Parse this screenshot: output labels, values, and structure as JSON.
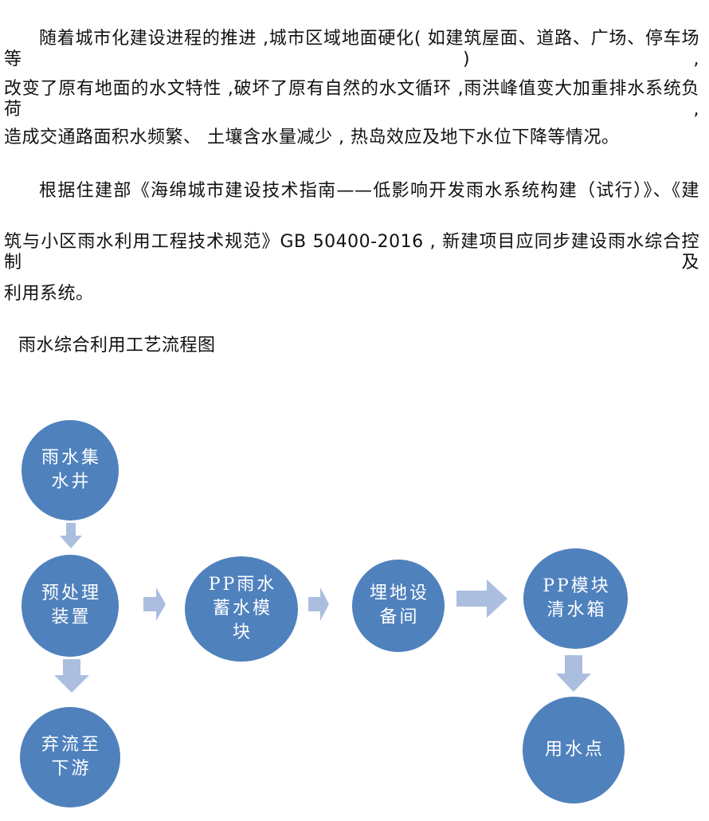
{
  "colors": {
    "page_bg": "#ffffff",
    "text": "#111111",
    "node_fill": "#4f81bd",
    "node_text": "#ffffff",
    "arrow_fill": "#abbedf"
  },
  "document": {
    "lines": [
      "随着城市化建设进程的推进 ,城市区域地面硬化( 如建筑屋面、道路、广场、停车场等 ) ,",
      "改变了原有地面的水文特性 ,破坏了原有自然的水文循环 ,雨洪峰值变大加重排水系统负荷 ,",
      "造成交通路面积水频繁、 土壤含水量减少 , 热岛效应及地下水位下降等情况。",
      "根据住建部《海绵城市建设技术指南——低影响开发雨水系统构建（试行）》、《建",
      "筑与小区雨水利用工程技术规范》GB 50400-2016 , 新建项目应同步建设雨水综合控制及",
      "利用系统。",
      "雨水综合利用工艺流程图"
    ],
    "standard_reference": "GB 50400-2016"
  },
  "flowchart": {
    "title": "雨水综合利用工艺流程图",
    "nodes": [
      {
        "id": "rain-collection-well",
        "label": "雨水集水井",
        "lines": [
          "雨水集",
          "水井"
        ]
      },
      {
        "id": "pretreatment-device",
        "label": "预处理装置",
        "lines": [
          "预处理",
          "装置"
        ]
      },
      {
        "id": "discard-to-downstream",
        "label": "弃流至下游",
        "lines": [
          "弃流至",
          "下游"
        ]
      },
      {
        "id": "pp-rainwater-storage-module",
        "label": "PP雨水蓄水模块",
        "lines": [
          "PP雨水",
          "蓄水模",
          "块"
        ]
      },
      {
        "id": "buried-equipment-room",
        "label": "埋地设备间",
        "lines": [
          "埋地设",
          "备间"
        ]
      },
      {
        "id": "pp-module-clean-water-tank",
        "label": "PP模块清水箱",
        "lines": [
          "PP模块",
          "清水箱"
        ]
      },
      {
        "id": "water-use-point",
        "label": "用水点",
        "lines": [
          "用水点"
        ]
      }
    ],
    "arrows": [
      {
        "id": "down-1",
        "from": "rain-collection-well",
        "to": "pretreatment-device",
        "direction": "down"
      },
      {
        "id": "right-1",
        "from": "pretreatment-device",
        "to": "pp-rainwater-storage-module",
        "direction": "right"
      },
      {
        "id": "down-2",
        "from": "pretreatment-device",
        "to": "discard-to-downstream",
        "direction": "down"
      },
      {
        "id": "right-2",
        "from": "pp-rainwater-storage-module",
        "to": "buried-equipment-room",
        "direction": "right"
      },
      {
        "id": "right-3",
        "from": "buried-equipment-room",
        "to": "pp-module-clean-water-tank",
        "direction": "right"
      },
      {
        "id": "down-3",
        "from": "pp-module-clean-water-tank",
        "to": "water-use-point",
        "direction": "down"
      }
    ]
  }
}
